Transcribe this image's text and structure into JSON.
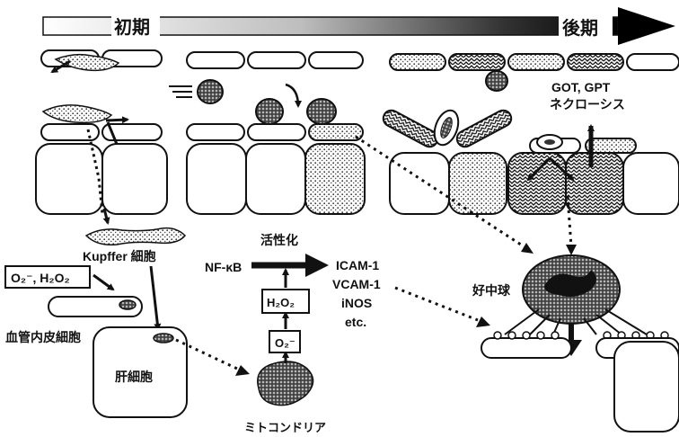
{
  "timeline": {
    "early_label": "初期",
    "late_label": "後期"
  },
  "labels": {
    "kupffer_cell": "Kupffer 細胞",
    "ros_box": "O₂⁻, H₂O₂",
    "endothelial_cell": "血管内皮細胞",
    "hepatocyte": "肝細胞",
    "nfkb": "NF-κB",
    "activation": "活性化",
    "h2o2_box": "H₂O₂",
    "superoxide_box": "O₂⁻",
    "mitochondria": "ミトコンドリア",
    "neutrophil": "好中球",
    "got_gpt": "GOT, GPT",
    "necrosis": "ネクローシス"
  },
  "mediators": [
    "ICAM-1",
    "VCAM-1",
    "iNOS",
    "etc."
  ],
  "colors": {
    "ink": "#111111",
    "stipple": "#9a9a9a",
    "paper": "#ffffff"
  }
}
